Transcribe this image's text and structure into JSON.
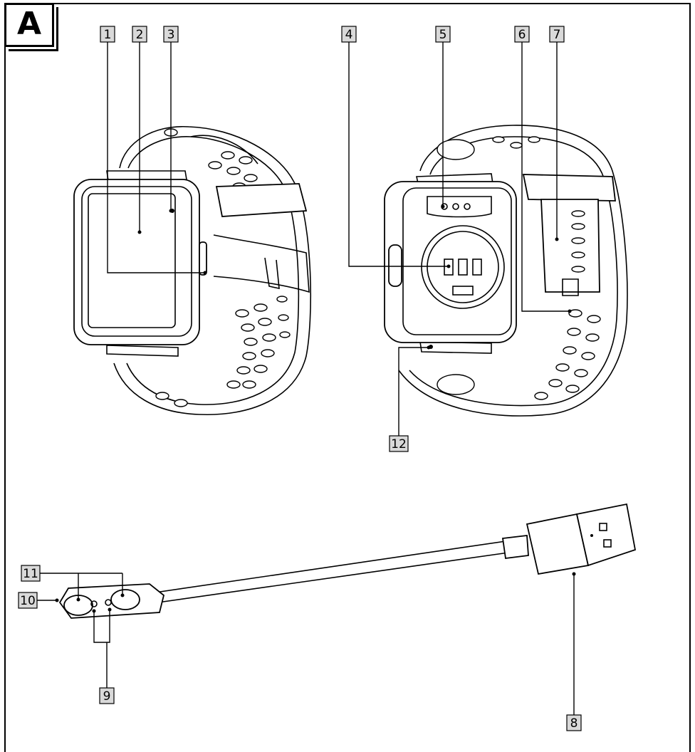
{
  "figure": {
    "panel_label": "A",
    "callouts": [
      {
        "id": "c1",
        "label": "1"
      },
      {
        "id": "c2",
        "label": "2"
      },
      {
        "id": "c3",
        "label": "3"
      },
      {
        "id": "c4",
        "label": "4"
      },
      {
        "id": "c5",
        "label": "5"
      },
      {
        "id": "c6",
        "label": "6"
      },
      {
        "id": "c7",
        "label": "7"
      },
      {
        "id": "c8",
        "label": "8"
      },
      {
        "id": "c9",
        "label": "9"
      },
      {
        "id": "c10",
        "label": "10"
      },
      {
        "id": "c11",
        "label": "11"
      },
      {
        "id": "c12",
        "label": "12"
      }
    ],
    "parts": {
      "front_watch": "smartwatch-front",
      "back_watch": "smartwatch-back",
      "cable": "usb-charging-cable"
    }
  }
}
